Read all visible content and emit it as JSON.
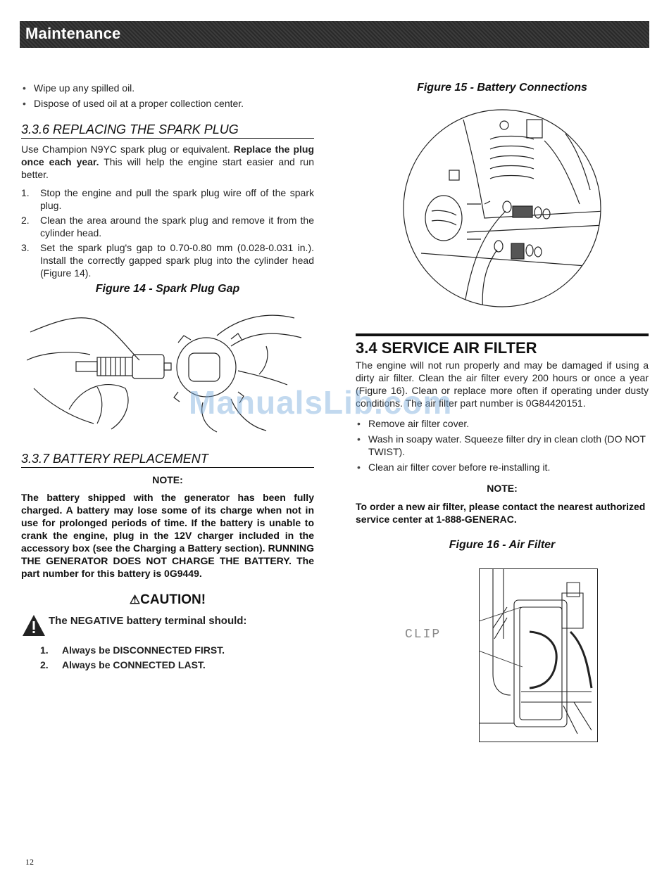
{
  "header": {
    "title": "Maintenance"
  },
  "left": {
    "bullets_top": [
      "Wipe up any spilled oil.",
      "Dispose of used oil at a proper collection center."
    ],
    "spark": {
      "heading": "3.3.6  REPLACING THE SPARK PLUG",
      "intro_pre": "Use Champion N9YC spark plug or equivalent. ",
      "intro_bold": "Replace the plug once each year.",
      "intro_post": " This will help the engine start easier and run better.",
      "steps": [
        {
          "num": "1.",
          "text": "Stop the engine and pull the spark plug wire off of the spark plug."
        },
        {
          "num": "2.",
          "text": "Clean the area around the spark plug and remove it from the cylinder head."
        },
        {
          "num": "3.",
          "text": "Set the spark plug's gap to 0.70-0.80 mm (0.028-0.031 in.). Install the correctly gapped spark plug into the cylinder head (Figure 14)."
        }
      ],
      "figure_caption": "Figure 14 - Spark Plug Gap"
    },
    "battery": {
      "heading": "3.3.7  BATTERY REPLACEMENT",
      "note_label": "NOTE:",
      "note_text": "The battery shipped with the generator has been fully charged. A battery may lose some of its charge when not in use for prolonged periods of time. If the battery is unable to crank the engine, plug in the 12V charger included in the accessory box (see the Charging a Battery section). RUNNING THE GENERATOR DOES NOT CHARGE THE BATTERY. The part number for this battery is 0G9449.",
      "caution_title": "CAUTION!",
      "caution_text": "The NEGATIVE battery terminal should:",
      "caution_steps": [
        {
          "num": "1.",
          "text": "Always be DISCONNECTED FIRST."
        },
        {
          "num": "2.",
          "text": "Always be CONNECTED LAST."
        }
      ]
    }
  },
  "right": {
    "fig15_caption": "Figure 15 - Battery Connections",
    "air": {
      "heading": "3.4   SERVICE AIR FILTER",
      "intro": "The engine will not run properly and may be damaged if using a dirty air filter. Clean the air filter every 200 hours or once a year (Figure 16). Clean or replace more often if operating under dusty conditions. The air filter part number is 0G84420151.",
      "bullets": [
        "Remove air filter cover.",
        "Wash in soapy water. Squeeze filter dry in clean cloth (DO NOT TWIST).",
        "Clean air filter cover before re-installing it."
      ],
      "note_label": "NOTE:",
      "note_text": "To order a new air filter, please contact the nearest authorized service center at 1-888-GENERAC.",
      "fig16_caption": "Figure 16 - Air Filter",
      "clip_label": "CLIP"
    }
  },
  "watermark": "ManualsLib.com",
  "page_number": "12"
}
